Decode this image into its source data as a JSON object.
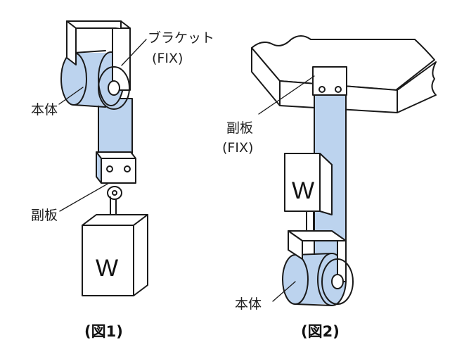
{
  "figure1": {
    "caption": "(図1)",
    "bracket_label": "ブラケット",
    "bracket_fix": "(FIX)",
    "body_label": "本体",
    "subplate_label": "副板",
    "weight_letter": "W"
  },
  "figure2": {
    "caption": "(図2)",
    "subplate_label": "副板",
    "subplate_fix": "(FIX)",
    "body_label": "本体",
    "weight_letter": "W"
  },
  "colors": {
    "line": "#1a1a1a",
    "belt_fill": "#bcd3ee",
    "paper": "#ffffff"
  }
}
